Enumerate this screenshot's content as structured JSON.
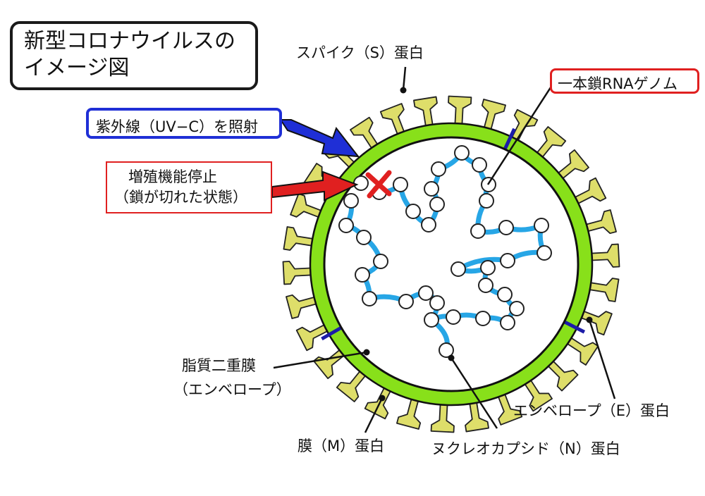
{
  "title": {
    "line1": "新型コロナウイルスの",
    "line2": "イメージ図"
  },
  "uv_label": "紫外線（UV−C）を照射",
  "stop_label": {
    "line1": "増殖機能停止",
    "line2": "（鎖が切れた状態）"
  },
  "labels": {
    "spike": "スパイク（S）蛋白",
    "rna": "一本鎖RNAゲノム",
    "lipid_line1": "脂質二重膜",
    "lipid_line2": "（エンベロープ）",
    "envelope_e": "エンベロープ（E）蛋白",
    "membrane_m": "膜（M）蛋白",
    "nucleocapsid": "ヌクレオカプシド（N）蛋白"
  },
  "colors": {
    "spike": "#dede6a",
    "envelope": "#88e01a",
    "rna": "#27a6e6",
    "uv_arrow": "#1f2fd6",
    "stop_arrow": "#e02020",
    "e_protein": "#1c1ca8"
  }
}
